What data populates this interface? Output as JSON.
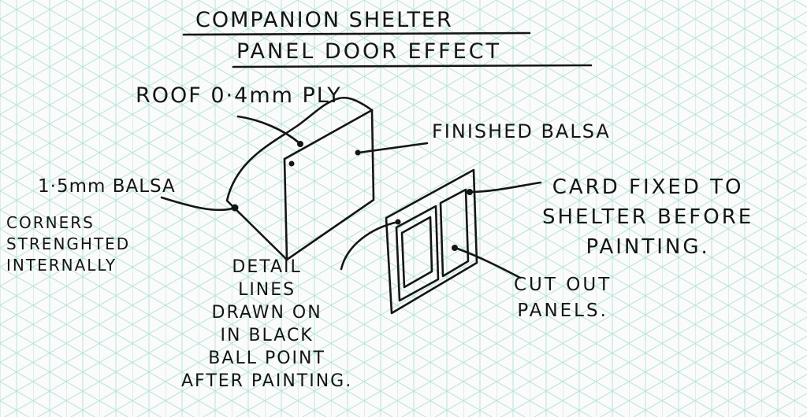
{
  "title": {
    "line1": "COMPANION SHELTER",
    "line2": "PANEL DOOR EFFECT"
  },
  "labels": {
    "roof": "ROOF 0·4mm PLY",
    "finished": "FINISHED BALSA",
    "balsa": "1·5mm BALSA",
    "corners": "CORNERS\nSTRENGHTED\nINTERNALLY",
    "card": "CARD FIXED TO\nSHELTER BEFORE\nPAINTING.",
    "cutout": "CUT OUT\nPANELS.",
    "detail": "DETAIL\nLINES\nDRAWN ON\nIN BLACK\nBALL POINT\nAFTER PAINTING."
  },
  "colors": {
    "ink": "#151515",
    "grid": "#b8e3dd",
    "paper": "#fafbfa"
  }
}
